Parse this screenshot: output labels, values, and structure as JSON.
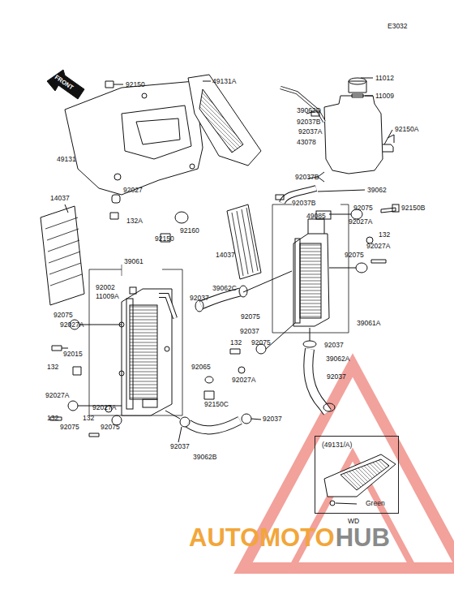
{
  "diagram": {
    "nodes": [
      {
        "text": [
          "(49131/A)",
          "Green",
          "WD"
        ]
      }
    ],
    "labels": [
      "E3032",
      "FRONT",
      "92150",
      "49131A",
      "11012",
      "11009",
      "39062D",
      "92037B",
      "92037A",
      "43078",
      "92150A",
      "49131",
      "92037B",
      "39062",
      "92037B",
      "92075",
      "92150B",
      "14037",
      "92027",
      "132A",
      "92150",
      "92160",
      "49085",
      "92027A",
      "14037",
      "39061",
      "132",
      "92002",
      "11009A",
      "92027A",
      "92075",
      "39062C",
      "92037",
      "92075",
      "92037",
      "39061A",
      "92075",
      "92027A",
      "132",
      "92015",
      "132",
      "92037",
      "92075",
      "39062A",
      "92027A",
      "92065",
      "92037",
      "92150C",
      "92027A",
      "92027A",
      "92037",
      "132",
      "92075",
      "132",
      "92075",
      "92037",
      "39062B",
      "AUTOMOTO",
      "HUB"
    ]
  }
}
